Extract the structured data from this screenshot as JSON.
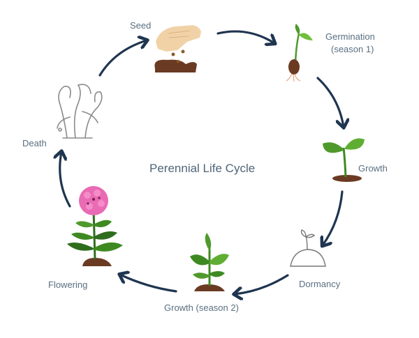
{
  "diagram": {
    "title": "Perennial Life Cycle",
    "colors": {
      "text": "#5a6f80",
      "arrow": "#1f3550",
      "soil": "#6b3a22",
      "leaf": "#4f9a2c",
      "leaf_dark": "#2f6d1e",
      "flower": "#e86bb4",
      "hand": "#f1d2a7",
      "outline": "#8a8a8a"
    },
    "stages": [
      {
        "id": "seed",
        "label": "Seed",
        "icon": "seed-hand-icon"
      },
      {
        "id": "germination",
        "label_lines": [
          "Germination",
          "(season 1)"
        ],
        "icon": "sprouting-seed-icon"
      },
      {
        "id": "growth",
        "label": "Growth",
        "icon": "seedling-icon"
      },
      {
        "id": "dormancy",
        "label": "Dormancy",
        "icon": "dormant-mound-icon"
      },
      {
        "id": "growth2",
        "label": "Growth (season 2)",
        "icon": "young-plant-icon"
      },
      {
        "id": "flowering",
        "label": "Flowering",
        "icon": "flowering-plant-icon"
      },
      {
        "id": "death",
        "label": "Death",
        "icon": "withered-plant-icon"
      }
    ]
  }
}
